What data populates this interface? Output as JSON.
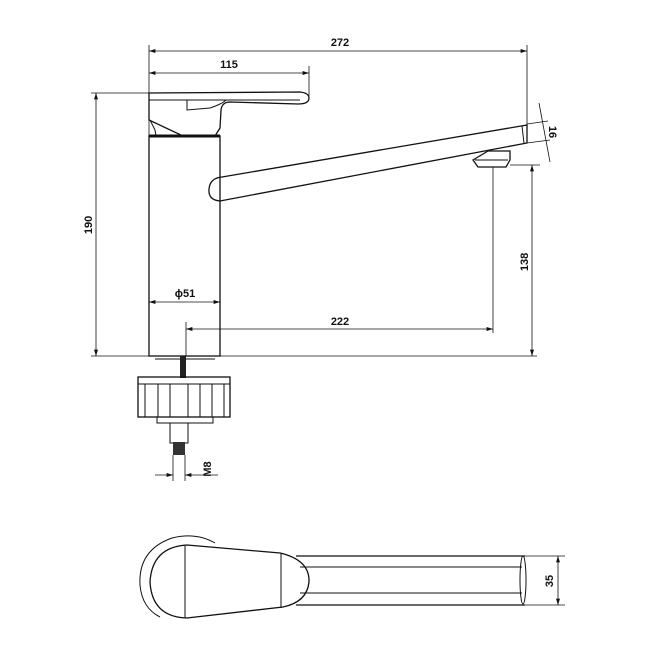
{
  "drawing": {
    "dimensions": {
      "overall_reach": "272",
      "handle_length": "115",
      "overall_height": "190",
      "spout_height": "138",
      "spout_projection": "222",
      "body_diameter": "ϕ51",
      "spout_thickness": "16",
      "thread": "M8",
      "spout_width": "35"
    },
    "colors": {
      "line": "#111111",
      "background": "#ffffff"
    }
  }
}
